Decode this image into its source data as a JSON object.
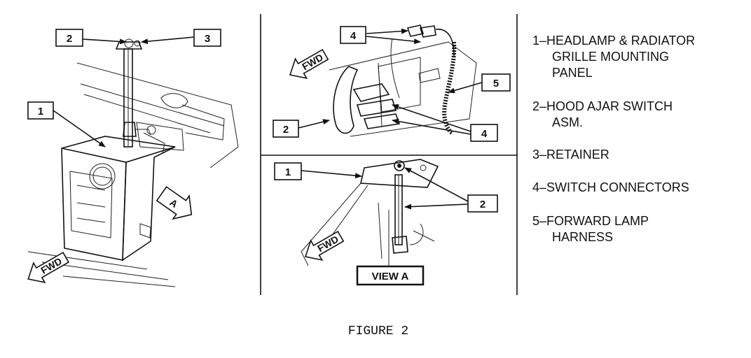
{
  "figure_caption": "FIGURE 2",
  "view_label": "VIEW A",
  "fwd_label": "FWD",
  "view_arrow_letter": "A",
  "callouts": {
    "one": "1",
    "two": "2",
    "three": "3",
    "four": "4",
    "five": "5"
  },
  "legend": [
    {
      "number": "1",
      "lines": [
        "HEADLAMP & RADIATOR",
        "GRILLE MOUNTING",
        "PANEL"
      ]
    },
    {
      "number": "2",
      "lines": [
        "HOOD AJAR SWITCH",
        "ASM."
      ]
    },
    {
      "number": "3",
      "lines": [
        "RETAINER"
      ]
    },
    {
      "number": "4",
      "lines": [
        "SWITCH CONNECTORS"
      ]
    },
    {
      "number": "5",
      "lines": [
        "FORWARD LAMP",
        "HARNESS"
      ]
    }
  ]
}
